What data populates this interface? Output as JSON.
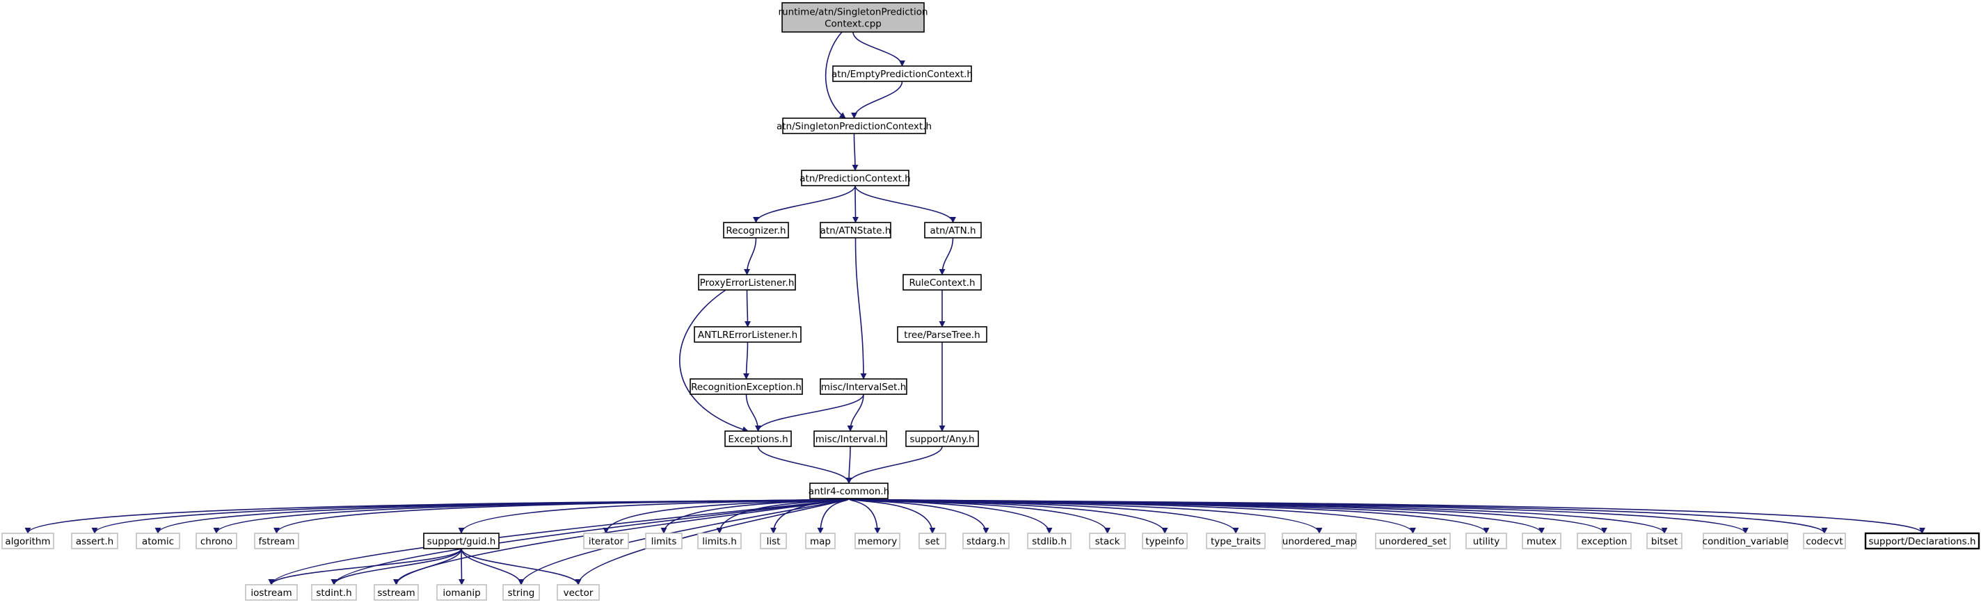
{
  "graph": {
    "root": "runtime/atn/SingletonPrediction Context.cpp",
    "nodes": [
      {
        "id": "root",
        "label": [
          "runtime/atn/SingletonPrediction",
          "Context.cpp"
        ],
        "kind": "root"
      },
      {
        "id": "empty",
        "label": [
          "atn/EmptyPredictionContext.h"
        ],
        "kind": "header"
      },
      {
        "id": "single",
        "label": [
          "atn/SingletonPredictionContext.h"
        ],
        "kind": "header"
      },
      {
        "id": "pred",
        "label": [
          "atn/PredictionContext.h"
        ],
        "kind": "header"
      },
      {
        "id": "recog",
        "label": [
          "Recognizer.h"
        ],
        "kind": "header"
      },
      {
        "id": "atnstate",
        "label": [
          "atn/ATNState.h"
        ],
        "kind": "header"
      },
      {
        "id": "atnh",
        "label": [
          "atn/ATN.h"
        ],
        "kind": "header"
      },
      {
        "id": "proxy",
        "label": [
          "ProxyErrorListener.h"
        ],
        "kind": "header"
      },
      {
        "id": "rulectx",
        "label": [
          "RuleContext.h"
        ],
        "kind": "header"
      },
      {
        "id": "antlrerr",
        "label": [
          "ANTLRErrorListener.h"
        ],
        "kind": "header"
      },
      {
        "id": "parsetree",
        "label": [
          "tree/ParseTree.h"
        ],
        "kind": "header"
      },
      {
        "id": "recexc",
        "label": [
          "RecognitionException.h"
        ],
        "kind": "header"
      },
      {
        "id": "intervalset",
        "label": [
          "misc/IntervalSet.h"
        ],
        "kind": "header"
      },
      {
        "id": "exceptions",
        "label": [
          "Exceptions.h"
        ],
        "kind": "header"
      },
      {
        "id": "interval",
        "label": [
          "misc/Interval.h"
        ],
        "kind": "header"
      },
      {
        "id": "anyh",
        "label": [
          "support/Any.h"
        ],
        "kind": "header"
      },
      {
        "id": "common",
        "label": [
          "antlr4-common.h"
        ],
        "kind": "header"
      },
      {
        "id": "algorithm",
        "label": [
          "algorithm"
        ],
        "kind": "system"
      },
      {
        "id": "assert",
        "label": [
          "assert.h"
        ],
        "kind": "system"
      },
      {
        "id": "atomic",
        "label": [
          "atomic"
        ],
        "kind": "system"
      },
      {
        "id": "chrono",
        "label": [
          "chrono"
        ],
        "kind": "system"
      },
      {
        "id": "fstream",
        "label": [
          "fstream"
        ],
        "kind": "system"
      },
      {
        "id": "guid",
        "label": [
          "support/guid.h"
        ],
        "kind": "header"
      },
      {
        "id": "iterator",
        "label": [
          "iterator"
        ],
        "kind": "system"
      },
      {
        "id": "limits",
        "label": [
          "limits"
        ],
        "kind": "system"
      },
      {
        "id": "limitsh",
        "label": [
          "limits.h"
        ],
        "kind": "system"
      },
      {
        "id": "list",
        "label": [
          "list"
        ],
        "kind": "system"
      },
      {
        "id": "map",
        "label": [
          "map"
        ],
        "kind": "system"
      },
      {
        "id": "memory",
        "label": [
          "memory"
        ],
        "kind": "system"
      },
      {
        "id": "set",
        "label": [
          "set"
        ],
        "kind": "system"
      },
      {
        "id": "stdarg",
        "label": [
          "stdarg.h"
        ],
        "kind": "system"
      },
      {
        "id": "stdlib",
        "label": [
          "stdlib.h"
        ],
        "kind": "system"
      },
      {
        "id": "stack",
        "label": [
          "stack"
        ],
        "kind": "system"
      },
      {
        "id": "typeinfo",
        "label": [
          "typeinfo"
        ],
        "kind": "system"
      },
      {
        "id": "typetraits",
        "label": [
          "type_traits"
        ],
        "kind": "system"
      },
      {
        "id": "umap",
        "label": [
          "unordered_map"
        ],
        "kind": "system"
      },
      {
        "id": "uset",
        "label": [
          "unordered_set"
        ],
        "kind": "system"
      },
      {
        "id": "utility",
        "label": [
          "utility"
        ],
        "kind": "system"
      },
      {
        "id": "mutex",
        "label": [
          "mutex"
        ],
        "kind": "system"
      },
      {
        "id": "exception",
        "label": [
          "exception"
        ],
        "kind": "system"
      },
      {
        "id": "bitset",
        "label": [
          "bitset"
        ],
        "kind": "system"
      },
      {
        "id": "condvar",
        "label": [
          "condition_variable"
        ],
        "kind": "system"
      },
      {
        "id": "codecvt",
        "label": [
          "codecvt"
        ],
        "kind": "system"
      },
      {
        "id": "decl",
        "label": [
          "support/Declarations.h"
        ],
        "kind": "header"
      },
      {
        "id": "iostream",
        "label": [
          "iostream"
        ],
        "kind": "system"
      },
      {
        "id": "stdint",
        "label": [
          "stdint.h"
        ],
        "kind": "system"
      },
      {
        "id": "sstream",
        "label": [
          "sstream"
        ],
        "kind": "system"
      },
      {
        "id": "iomanip",
        "label": [
          "iomanip"
        ],
        "kind": "system"
      },
      {
        "id": "string",
        "label": [
          "string"
        ],
        "kind": "system"
      },
      {
        "id": "vector",
        "label": [
          "vector"
        ],
        "kind": "system"
      }
    ],
    "edges": [
      [
        "root",
        "empty"
      ],
      [
        "root",
        "single"
      ],
      [
        "empty",
        "single"
      ],
      [
        "single",
        "pred"
      ],
      [
        "pred",
        "recog"
      ],
      [
        "pred",
        "atnstate"
      ],
      [
        "pred",
        "atnh"
      ],
      [
        "recog",
        "proxy"
      ],
      [
        "proxy",
        "antlrerr"
      ],
      [
        "proxy",
        "exceptions"
      ],
      [
        "antlrerr",
        "recexc"
      ],
      [
        "recexc",
        "exceptions"
      ],
      [
        "atnstate",
        "intervalset"
      ],
      [
        "intervalset",
        "exceptions"
      ],
      [
        "intervalset",
        "interval"
      ],
      [
        "atnh",
        "rulectx"
      ],
      [
        "rulectx",
        "parsetree"
      ],
      [
        "parsetree",
        "anyh"
      ],
      [
        "exceptions",
        "common"
      ],
      [
        "interval",
        "common"
      ],
      [
        "anyh",
        "common"
      ],
      [
        "common",
        "algorithm"
      ],
      [
        "common",
        "assert"
      ],
      [
        "common",
        "atomic"
      ],
      [
        "common",
        "chrono"
      ],
      [
        "common",
        "fstream"
      ],
      [
        "common",
        "guid"
      ],
      [
        "common",
        "iterator"
      ],
      [
        "common",
        "limits"
      ],
      [
        "common",
        "limitsh"
      ],
      [
        "common",
        "list"
      ],
      [
        "common",
        "map"
      ],
      [
        "common",
        "memory"
      ],
      [
        "common",
        "set"
      ],
      [
        "common",
        "stdarg"
      ],
      [
        "common",
        "stdlib"
      ],
      [
        "common",
        "stack"
      ],
      [
        "common",
        "typeinfo"
      ],
      [
        "common",
        "typetraits"
      ],
      [
        "common",
        "umap"
      ],
      [
        "common",
        "uset"
      ],
      [
        "common",
        "utility"
      ],
      [
        "common",
        "mutex"
      ],
      [
        "common",
        "exception"
      ],
      [
        "common",
        "bitset"
      ],
      [
        "common",
        "condvar"
      ],
      [
        "common",
        "codecvt"
      ],
      [
        "common",
        "decl"
      ],
      [
        "common",
        "iostream"
      ],
      [
        "common",
        "stdint"
      ],
      [
        "common",
        "sstream"
      ],
      [
        "common",
        "string"
      ],
      [
        "common",
        "vector"
      ],
      [
        "guid",
        "iostream"
      ],
      [
        "guid",
        "stdint"
      ],
      [
        "guid",
        "sstream"
      ],
      [
        "guid",
        "iomanip"
      ],
      [
        "guid",
        "string"
      ],
      [
        "guid",
        "vector"
      ]
    ]
  },
  "colors": {
    "edge": "#191970",
    "root_fill": "#bfbfbf",
    "system_border": "#bfbfbf",
    "header_border": "#000000"
  }
}
